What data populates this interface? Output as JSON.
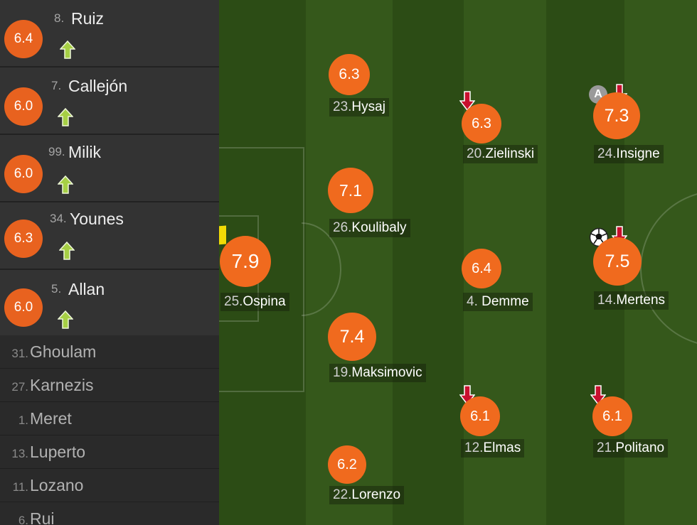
{
  "colors": {
    "rating": "#f06a1e",
    "sub_rating": "#e8621f",
    "pitch_dark": "#2a4a14",
    "pitch_light": "#36591b",
    "sub_in_arrow": "#a6cf45",
    "sub_out_arrow": "#c8102e"
  },
  "substitutes": [
    {
      "num": "8.",
      "name": "Ruiz",
      "rating": "6.4",
      "icon": "sub-in-arrow-icon"
    },
    {
      "num": "7.",
      "name": "Callejón",
      "rating": "6.0",
      "icon": "sub-in-arrow-icon"
    },
    {
      "num": "99.",
      "name": "Milik",
      "rating": "6.0",
      "icon": "sub-in-arrow-icon"
    },
    {
      "num": "34.",
      "name": "Younes",
      "rating": "6.3",
      "icon": "sub-in-arrow-icon"
    },
    {
      "num": "5.",
      "name": "Allan",
      "rating": "6.0",
      "icon": "sub-in-arrow-icon"
    }
  ],
  "bench": [
    {
      "num": "31.",
      "name": "Ghoulam"
    },
    {
      "num": "27.",
      "name": "Karnezis"
    },
    {
      "num": "1.",
      "name": "Meret"
    },
    {
      "num": "13.",
      "name": "Luperto"
    },
    {
      "num": "11.",
      "name": "Lozano"
    },
    {
      "num": "6.",
      "name": "Rui"
    }
  ],
  "players": [
    {
      "num": "25.",
      "name": "Ospina",
      "rating": "7.9"
    },
    {
      "num": "23.",
      "name": "Hysaj",
      "rating": "6.3"
    },
    {
      "num": "26.",
      "name": "Koulibaly",
      "rating": "7.1"
    },
    {
      "num": "19.",
      "name": "Maksimovic",
      "rating": "7.4"
    },
    {
      "num": "22.",
      "name": "Lorenzo",
      "rating": "6.2"
    },
    {
      "num": "20.",
      "name": "Zielinski",
      "rating": "6.3"
    },
    {
      "num": "4.",
      "name": "Demme",
      "rating": "6.4"
    },
    {
      "num": "12.",
      "name": "Elmas",
      "rating": "6.1"
    },
    {
      "num": "24.",
      "name": "Insigne",
      "rating": "7.3"
    },
    {
      "num": "14.",
      "name": "Mertens",
      "rating": "7.5"
    },
    {
      "num": "21.",
      "name": "Politano",
      "rating": "6.1"
    }
  ],
  "markers": {
    "ospina": "yellow-card-icon",
    "zielinski": "sub-out-arrow-icon",
    "insigne_captain": "A",
    "insigne": "sub-out-arrow-icon",
    "mertens_goal": "ball-icon",
    "mertens": "sub-out-arrow-icon",
    "elmas": "sub-out-arrow-icon",
    "politano": "sub-out-arrow-icon"
  }
}
